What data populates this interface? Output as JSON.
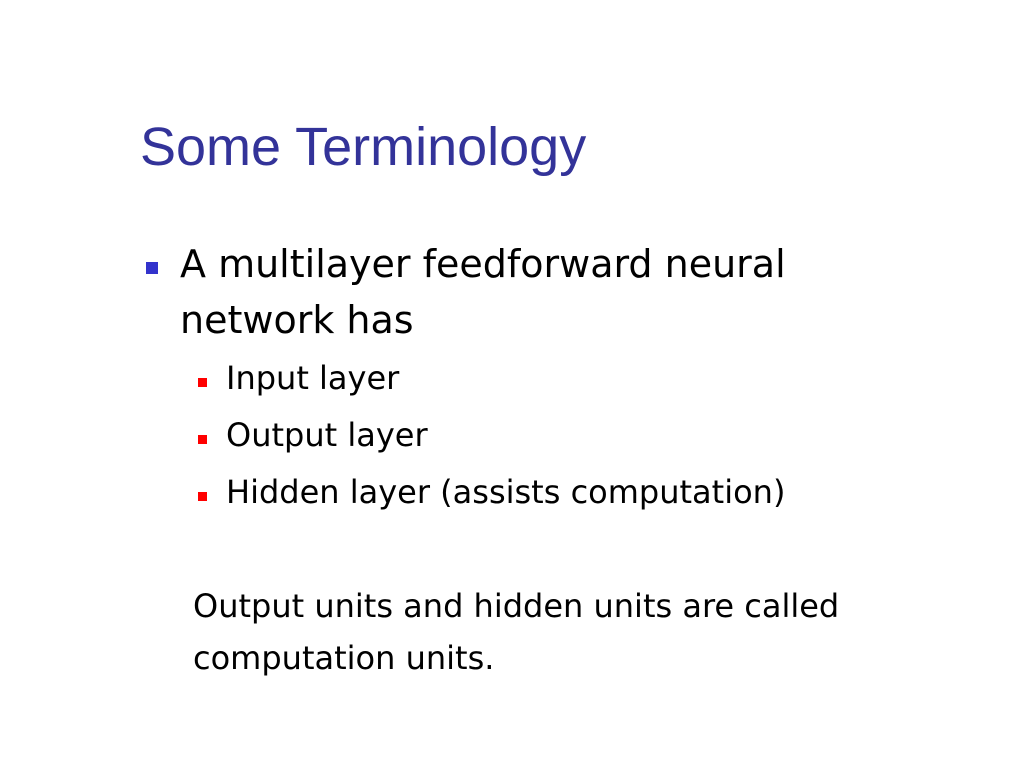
{
  "slide": {
    "title": "Some Terminology",
    "bullet": "A multilayer feedforward neural network has",
    "sub_bullets": [
      "Input layer",
      "Output layer",
      "Hidden layer (assists computation)"
    ],
    "note": "Output units and hidden units are called computation units."
  },
  "colors": {
    "title": "#333399",
    "bullet_level1": "#3333cc",
    "bullet_level2": "#ff0000",
    "text": "#000000"
  },
  "icons": {
    "level1_marker": "square-bullet-icon",
    "level2_marker": "square-bullet-icon"
  }
}
